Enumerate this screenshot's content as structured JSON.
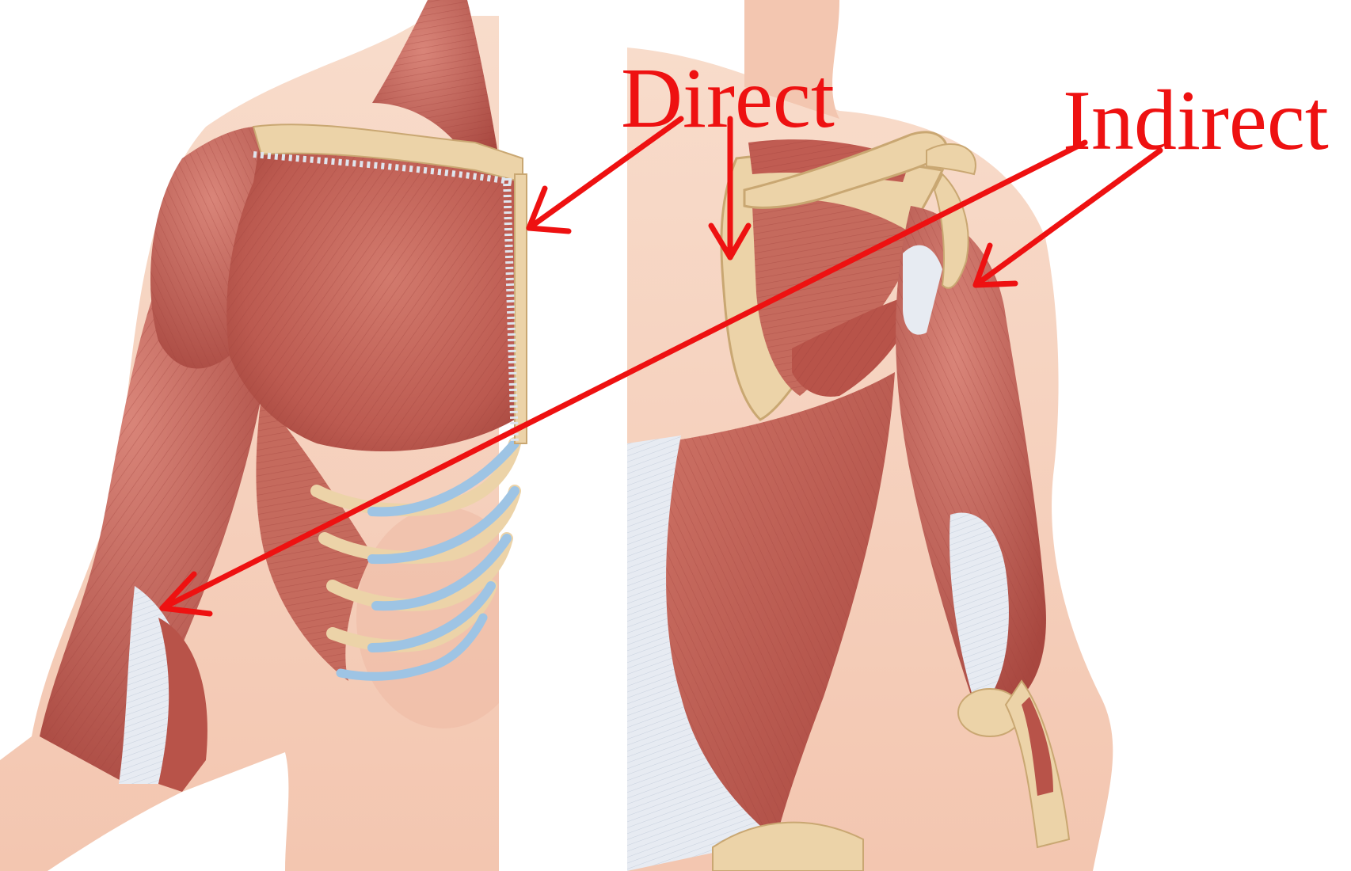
{
  "labels": {
    "direct": "Direct",
    "indirect": "Indirect"
  },
  "colors": {
    "annotation": "#ee1111",
    "background": "#ffffff",
    "skin": "#f6d0bc",
    "skin_shadow": "#eab59e",
    "muscle": "#c25f55",
    "muscle_dark": "#a4453d",
    "muscle_light": "#d98376",
    "bone": "#ecd3a8",
    "bone_outline": "#c9a772",
    "tendon": "#dfe5ee",
    "cartilage": "#9ec4e4"
  },
  "illustration": {
    "views": [
      "anterior-chest-arm",
      "posterior-back-arm"
    ]
  }
}
